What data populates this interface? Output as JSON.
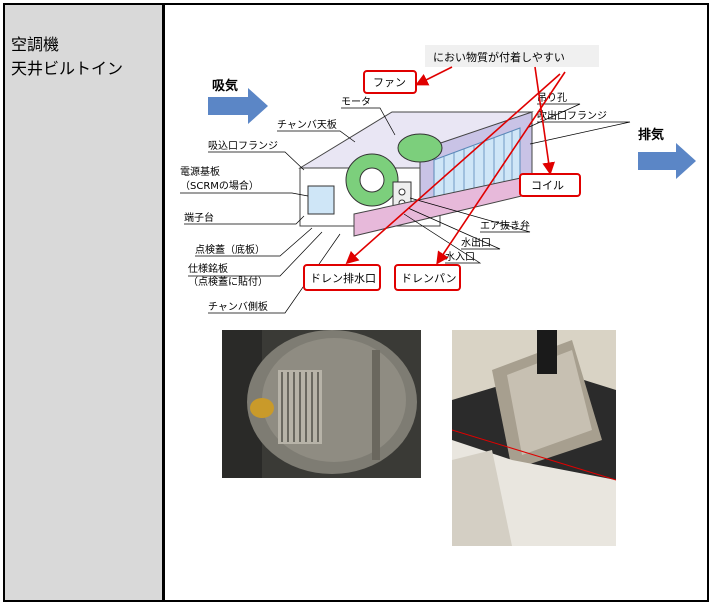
{
  "left": {
    "line1": "空調機",
    "line2": "天井ビルトイン"
  },
  "diagram": {
    "intake": "吸気",
    "exhaust": "排気",
    "odor_note": "におい物質が付着しやすい",
    "fan": "ファン",
    "motor": "モータ",
    "chamber_top": "チャンバ天板",
    "hanging_hole": "吊り孔",
    "outlet_flange": "吹出口フランジ",
    "inlet_flange": "吸込口フランジ",
    "power_board_1": "電源基板",
    "power_board_2": "（SCRMの場合）",
    "terminal_block": "端子台",
    "inspection_cover": "点検蓋（底板）",
    "spec_plate_1": "仕様銘板",
    "spec_plate_2": "（点検蓋に貼付）",
    "chamber_side": "チャンバ側板",
    "coil": "コイル",
    "air_vent": "エア抜き弁",
    "water_outlet": "水出口",
    "water_inlet": "水入口",
    "drain_outlet": "ドレン排水口",
    "drain_pan": "ドレンパン"
  },
  "colors": {
    "highlight_red": "#e00000",
    "arrow_blue": "#5b86c6",
    "coil_blue": "#cfe6f7",
    "fan_green": "#7ccf7c",
    "drain_pink": "#e7b9da",
    "chamber_purple": "#c9c3e6"
  }
}
